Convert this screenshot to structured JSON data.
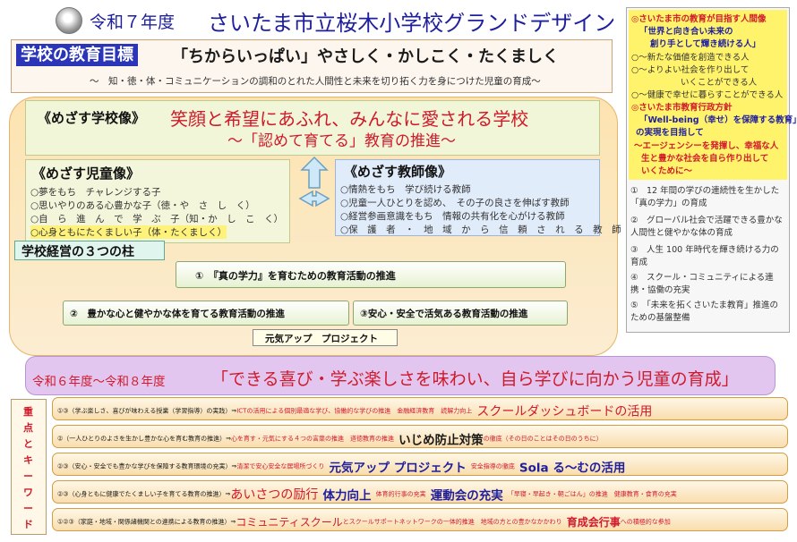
{
  "header": {
    "year": "令和７年度",
    "title": "さいたま市立桜木小学校グランドデザイン"
  },
  "goals": {
    "label": "学校の教育目標",
    "slogan": "「ちからいっぱい」やさしく・かしこく・たくましく",
    "subtitle": "～　知・徳・体・コミュニケーションの調和のとれた人間性と未来を切り拓く力を身につけた児童の育成～"
  },
  "school_image": {
    "label": "《めざす学校像》",
    "title": "笑顔と希望にあふれ、みんなに愛される学校",
    "subtitle": "～「認めて育てる」教育の推進～"
  },
  "child_image": {
    "label": "《めざす児童像》",
    "lines": [
      "○夢をもち　チャレンジする子",
      "○思いやりのある心豊かな子（徳・や　さ　し　く）",
      "○自　ら　進　ん　で　学　ぶ　子（知・か　し　こ　く）",
      "○心身ともにたくましい子（体・たくましく）"
    ]
  },
  "teacher_image": {
    "label": "《めざす教師像》",
    "lines": [
      "○情熱をもち　学び続ける教師",
      "○児童一人ひとりを認め、　その子の良さを伸ばす教師",
      "○経営参画意識をもち　情報の共有化を心がける教師",
      "○保　護　者　・　地　域　か　ら　信　頼　さ　れ　る　教　師"
    ]
  },
  "pillars": {
    "title": "学校経営の３つの柱",
    "items": [
      "①　『真の学力』を育むための教育活動の推進",
      "②　豊かな心と健やかな体を育てる教育活動の推進",
      "③安心・安全で活気ある教育活動の推進"
    ],
    "project": "元気アップ　プロジェクト"
  },
  "right_panel": {
    "h1": "◎さいたま市の教育が目指す人間像",
    "h1_sub": [
      "「世界と向き合い未来の",
      "創り手として輝き続ける人」"
    ],
    "items1": [
      "○～新たな価値を創造できる人",
      "○～よりよい社会を作り出して",
      "いくことができる人",
      "○～健康で幸せに暮らすことができる人"
    ],
    "h2": "◎さいたま市教育行政方針",
    "h2_sub": [
      "「Well-being（幸せ）を保障する教育」",
      "の実現を目指して"
    ],
    "h2_sub2": [
      "～エージェンシーを発揮し、幸福な人",
      "生と豊かな社会を自ら作り出して",
      "いくために～"
    ],
    "list": [
      "①　12 年間の学びの連続性を生かした「真の学力」の育成",
      "②　グローバル社会で活躍できる豊かな人間性と健やかな体の育成",
      "③　人生 100 年時代を輝き続ける力の育成",
      "④　スクール・コミュニティによる連携・協働の充実",
      "⑤　「未来を拓くさいたま教育」推進のための基盤整備"
    ]
  },
  "period": {
    "range": "令和６年度～令和８年度",
    "goal": "「できる喜び・学ぶ楽しさを味わい、自ら学びに向かう児童の育成」"
  },
  "keywords": {
    "label": [
      "重",
      "点",
      "と",
      "キ",
      "ー",
      "ワ",
      "ー",
      "ド"
    ],
    "rows": [
      {
        "a": "①③（学ぶ楽しさ、喜びが味わえる授業（学習指導）の実践）⇒",
        "b": "ICTの活用による個別最適な学び、協働的な学びの推進　金融経済教育　読解力向上",
        "c": "スクールダッシュボードの活用"
      },
      {
        "a": "②（一人ひとりのよさを生かし豊かな心を育む教育の推進）⇒",
        "b": "心を育す・元気にする４つの言葉の推進　道徳教育の推進",
        "c": "いじめ防止対策",
        "d": "の徹底（その日のことはその日のうちに）"
      },
      {
        "a": "②③（安心・安全でも豊かな学びを保障する教育環境の充実）⇒",
        "b": "清潔で安心安全な居場所づくり",
        "c": "元気アップ プロジェクト",
        "d": "安全指導の徹底",
        "e": "Sola る～むの活用"
      },
      {
        "a": "②③（心身ともに健康でたくましい子を育てる教育の推進）⇒",
        "b": "あいさつの励行",
        "c": "体力向上",
        "d": "体育的行事の充実",
        "e": "運動会の充実",
        "f": "「早寝・早起き・朝ごはん」の推進　健康教育・食育の充実"
      },
      {
        "a": "①②③（家庭・地域・関係諸機関との連携による教育の推進）⇒",
        "b": "コミュニティスクール",
        "c": "とスクールサポートネットワークの一体的推進　地域の方との豊かなかかわり",
        "d": "育成会行事",
        "e": "への積極的な参加"
      }
    ]
  }
}
